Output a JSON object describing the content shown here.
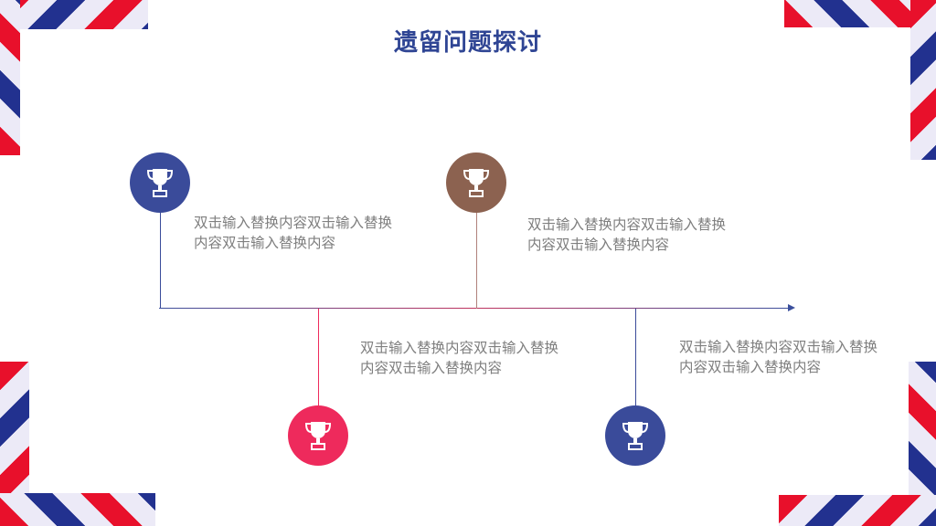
{
  "slide": {
    "title": "遗留问题探讨"
  },
  "colors": {
    "navy": "#3a4b9a",
    "brown": "#8c6250",
    "pink": "#ee2a5c",
    "stripe_red": "#e8102b",
    "stripe_blue": "#22318f",
    "text_gray": "#7f7f7f"
  },
  "icons": {
    "milestone": "trophy-icon"
  },
  "milestones": [
    {
      "text": "双击输入替换内容双击输入替换内容双击输入替换内容"
    },
    {
      "text": "双击输入替换内容双击输入替换内容双击输入替换内容"
    },
    {
      "text": "双击输入替换内容双击输入替换内容双击输入替换内容"
    },
    {
      "text": "双击输入替换内容双击输入替换内容双击输入替换内容"
    }
  ]
}
